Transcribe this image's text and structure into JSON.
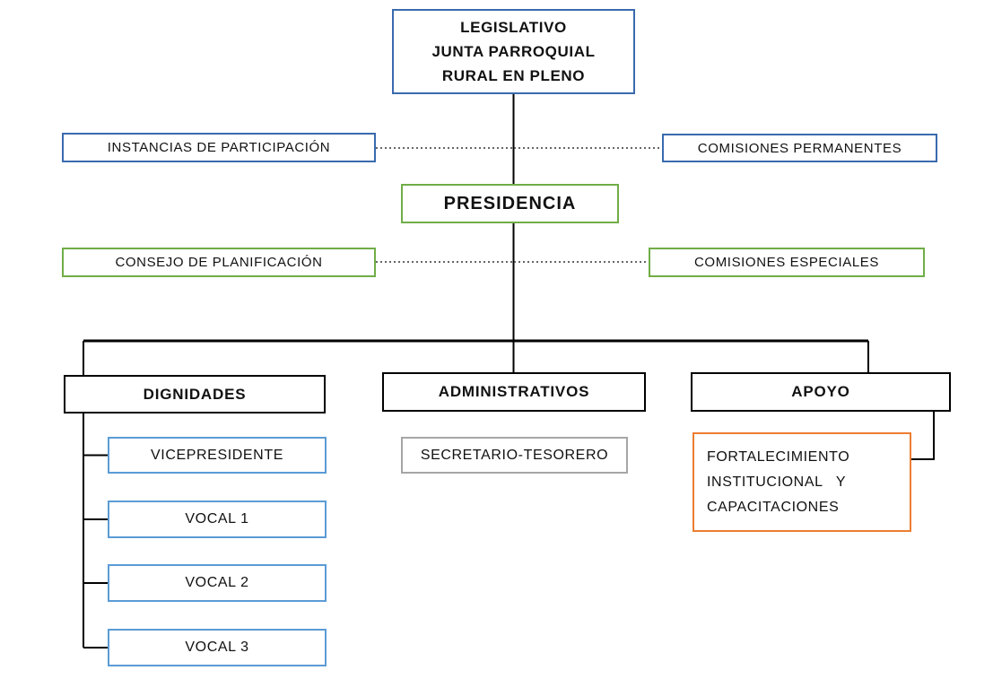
{
  "diagram": {
    "type": "org-chart",
    "colors": {
      "blue": "#3a6aae",
      "blue_light": "#5b9bd5",
      "green": "#70ad47",
      "black": "#000000",
      "gray": "#a6a6a6",
      "orange": "#ed7d31",
      "line": "#000000"
    },
    "nodes": {
      "legislativo": {
        "lines": [
          "LEGISLATIVO",
          "JUNTA PARROQUIAL",
          "RURAL EN PLENO"
        ],
        "border_color": "#3a6aae"
      },
      "instancias": {
        "label": "INSTANCIAS DE PARTICIPACIÓN",
        "border_color": "#3a6aae"
      },
      "comisiones_permanentes": {
        "label": "COMISIONES PERMANENTES",
        "border_color": "#3a6aae"
      },
      "presidencia": {
        "label": "PRESIDENCIA",
        "border_color": "#70ad47"
      },
      "consejo_planificacion": {
        "label": "CONSEJO DE PLANIFICACIÓN",
        "border_color": "#70ad47"
      },
      "comisiones_especiales": {
        "label": "COMISIONES ESPECIALES",
        "border_color": "#70ad47"
      },
      "dignidades": {
        "label": "DIGNIDADES",
        "border_color": "#000000"
      },
      "administrativos": {
        "label": "ADMINISTRATIVOS",
        "border_color": "#000000"
      },
      "apoyo": {
        "label": "APOYO",
        "border_color": "#000000"
      },
      "vicepresidente": {
        "label": "VICEPRESIDENTE",
        "border_color": "#5b9bd5"
      },
      "vocal1": {
        "label": "VOCAL 1",
        "border_color": "#5b9bd5"
      },
      "vocal2": {
        "label": "VOCAL 2",
        "border_color": "#5b9bd5"
      },
      "vocal3": {
        "label": "VOCAL 3",
        "border_color": "#5b9bd5"
      },
      "secretario_tesorero": {
        "label": "SECRETARIO-TESORERO",
        "border_color": "#a6a6a6"
      },
      "fortalecimiento": {
        "lines": [
          "FORTALECIMIENTO",
          "INSTITUCIONAL   Y",
          "CAPACITACIONES"
        ],
        "border_color": "#ed7d31"
      }
    }
  }
}
